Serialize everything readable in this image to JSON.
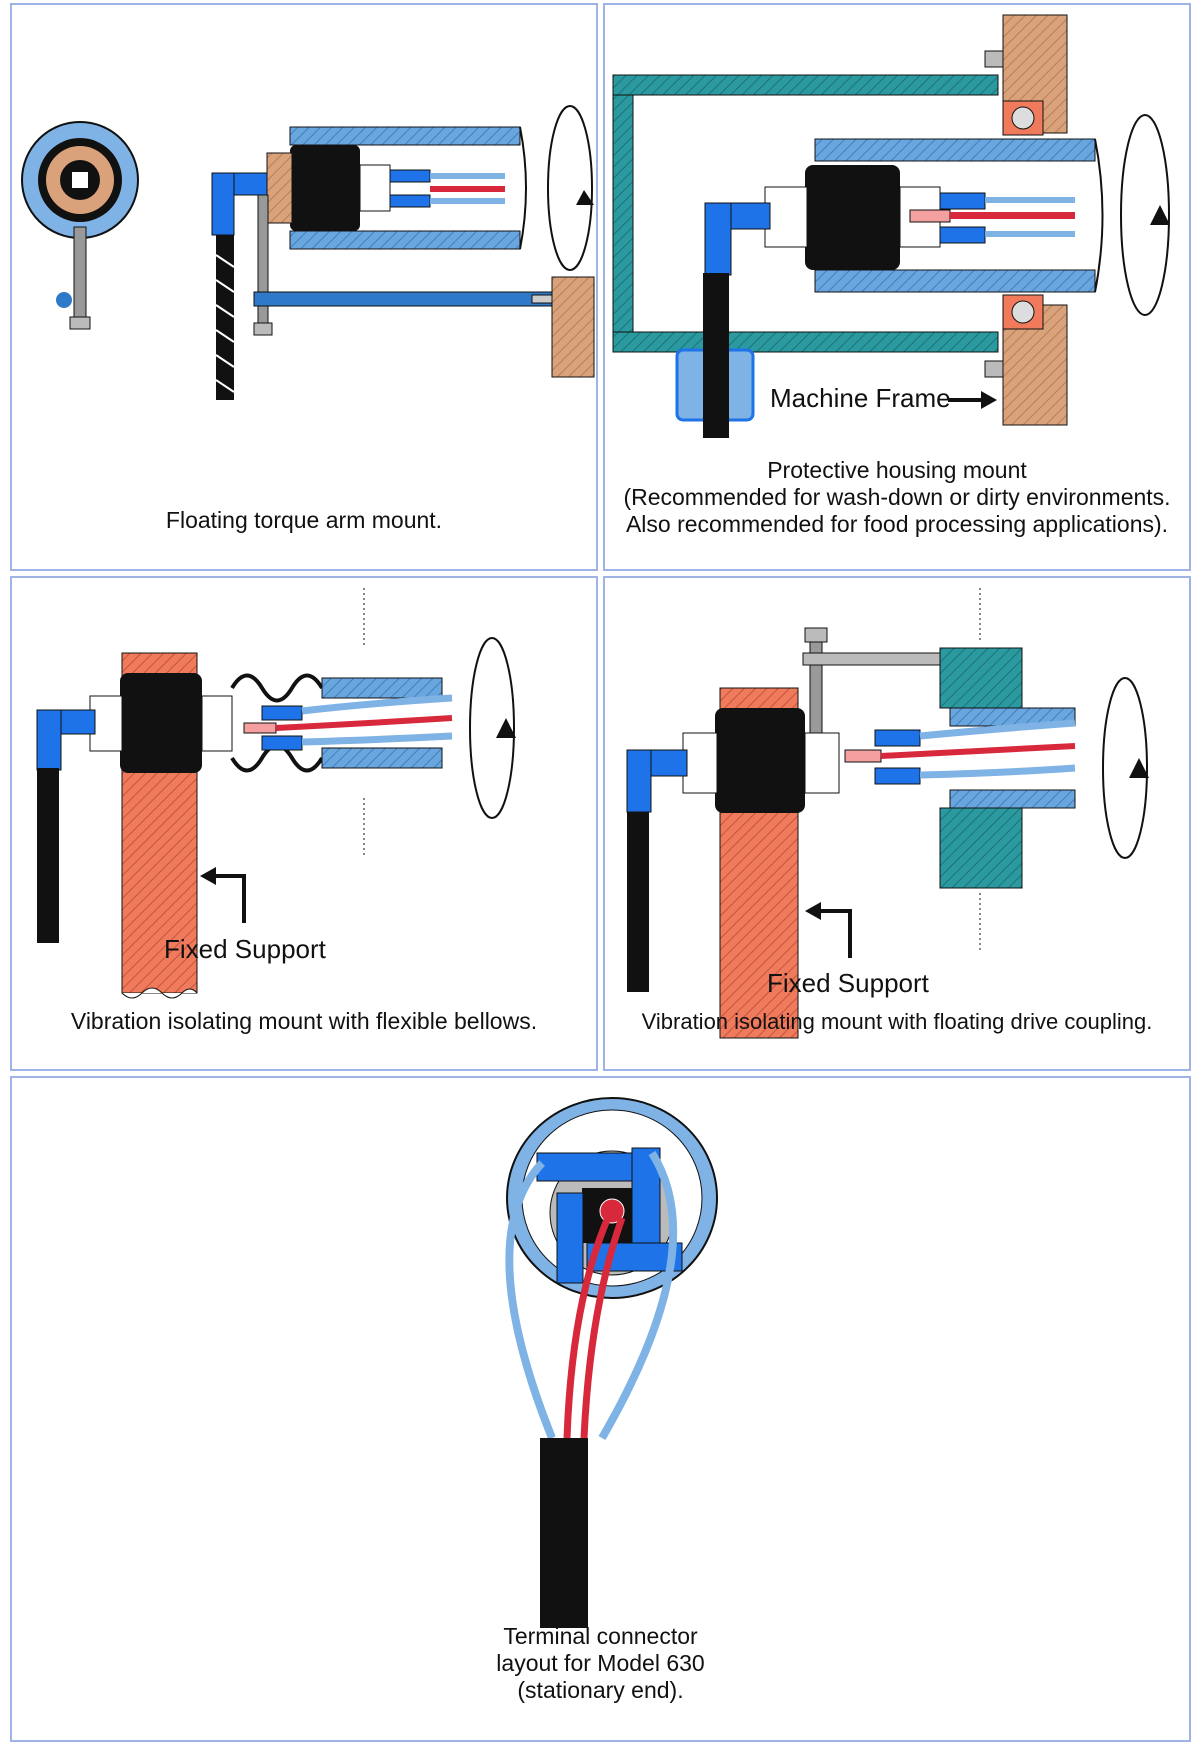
{
  "panels": [
    {
      "id": "floating-torque-arm",
      "caption": [
        "Floating torque arm mount."
      ]
    },
    {
      "id": "protective-housing",
      "caption": [
        "Protective housing mount",
        "(Recommended for wash-down or dirty environments.",
        "Also recommended for food processing applications)."
      ],
      "label": "Machine Frame"
    },
    {
      "id": "bellows",
      "caption": [
        "Vibration isolating mount with flexible bellows."
      ],
      "label": "Fixed Support"
    },
    {
      "id": "floating-coupling",
      "caption": [
        "Vibration isolating mount with floating drive coupling."
      ],
      "label": "Fixed Support"
    },
    {
      "id": "terminal-layout",
      "caption": [
        "Terminal connector",
        "layout for Model 630",
        "(stationary end)."
      ]
    }
  ],
  "colors": {
    "frame_blue": "#9fb3e6",
    "housing_blue": "#5b9bd8",
    "connector_blue": "#1e73e8",
    "teal": "#1f8a8f",
    "tan": "#d9a27a",
    "salmon": "#f07a5c",
    "wire_red": "#d8283c",
    "wire_blue": "#7fb2e5",
    "black": "#111111"
  },
  "icons": [
    "rotation-arrow-icon",
    "vibration-arrow-icon",
    "pointer-arrow-icon"
  ]
}
